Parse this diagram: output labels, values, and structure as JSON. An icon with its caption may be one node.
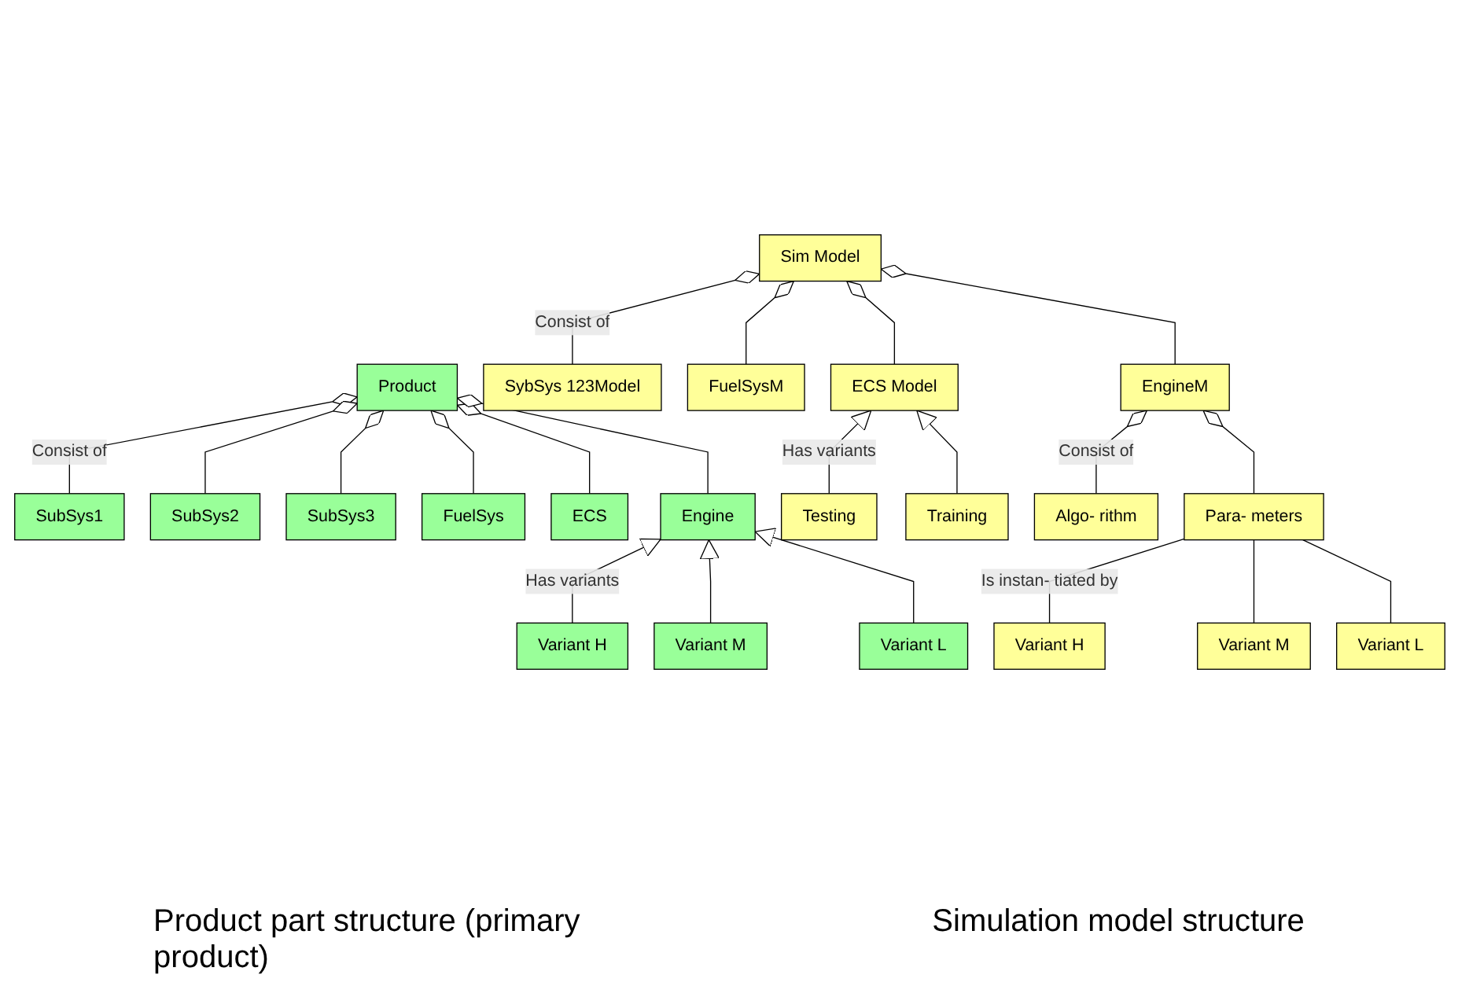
{
  "diagram": {
    "nodes": [
      {
        "text": [
          "Product"
        ]
      },
      {
        "text": [
          "SubSys1"
        ]
      },
      {
        "text": [
          "SubSys2"
        ]
      },
      {
        "text": [
          "SubSys3"
        ]
      },
      {
        "text": [
          "FuelSys"
        ]
      },
      {
        "text": [
          "ECS"
        ]
      },
      {
        "text": [
          "Engine"
        ]
      },
      {
        "text": [
          "Variant H"
        ]
      },
      {
        "text": [
          "Variant M"
        ]
      },
      {
        "text": [
          "Variant L"
        ]
      },
      {
        "text": [
          "Sim Model"
        ]
      },
      {
        "text": [
          "SybSys 123Model"
        ]
      },
      {
        "text": [
          "FuelSysM"
        ]
      },
      {
        "text": [
          "ECS Model"
        ]
      },
      {
        "text": [
          "EngineM"
        ]
      },
      {
        "text": [
          "Algo- rithm"
        ]
      },
      {
        "text": [
          "Para- meters"
        ]
      },
      {
        "text": [
          "Testing"
        ]
      },
      {
        "text": [
          "Training"
        ]
      },
      {
        "text": [
          "Variant H"
        ]
      },
      {
        "text": [
          "Variant M"
        ]
      },
      {
        "text": [
          "Variant L"
        ]
      }
    ],
    "edges": [
      {
        "from": 1,
        "to": 0,
        "arrow": "other",
        "label": "Consist of"
      },
      {
        "from": 2,
        "to": 0,
        "arrow": "other"
      },
      {
        "from": 3,
        "to": 0,
        "arrow": "other"
      },
      {
        "from": 4,
        "to": 0,
        "arrow": "other"
      },
      {
        "from": 5,
        "to": 0,
        "arrow": "other"
      },
      {
        "from": 6,
        "to": 0,
        "arrow": "other"
      },
      {
        "from": 7,
        "to": 6,
        "arrow": "to",
        "label": "Has variants"
      },
      {
        "from": 8,
        "to": 6,
        "arrow": "to"
      },
      {
        "from": 9,
        "to": 6,
        "arrow": "to"
      },
      {
        "from": 11,
        "to": 10,
        "arrow": "other",
        "label": "Consist of"
      },
      {
        "from": 12,
        "to": 10,
        "arrow": "other"
      },
      {
        "from": 13,
        "to": 10,
        "arrow": "other"
      },
      {
        "from": 14,
        "to": 10,
        "arrow": "other"
      },
      {
        "from": 17,
        "to": 13,
        "arrow": "to",
        "label": "Has variants"
      },
      {
        "from": 18,
        "to": 13,
        "arrow": "to"
      },
      {
        "from": 15,
        "to": 14,
        "arrow": "other",
        "label": "Consist of"
      },
      {
        "from": 16,
        "to": 14,
        "arrow": "other"
      },
      {
        "from": 19,
        "to": 16,
        "arrow": "none",
        "label": "Is instan- tiated by"
      },
      {
        "from": 20,
        "to": 16,
        "arrow": "none"
      },
      {
        "from": 21,
        "to": 16,
        "arrow": "none"
      }
    ],
    "labels": [
      "Product part structure (primary product)",
      "Simulation model structure"
    ]
  }
}
